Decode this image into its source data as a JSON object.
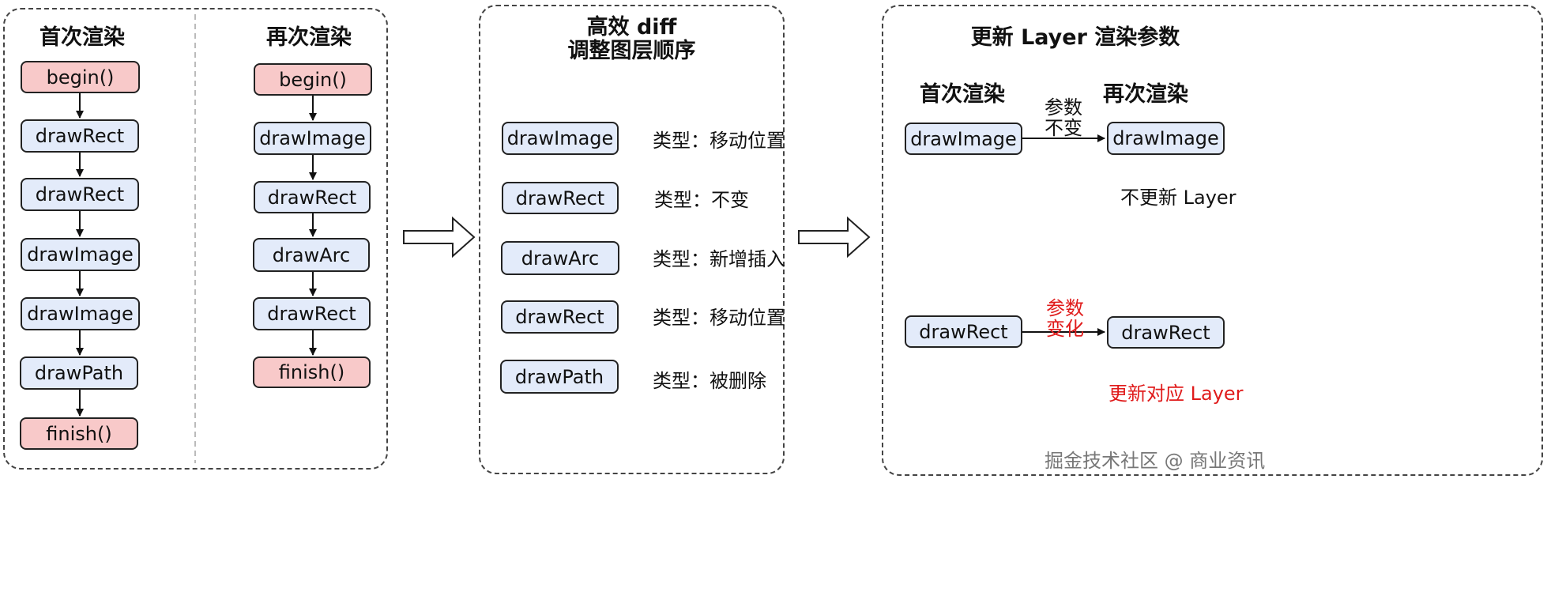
{
  "panel1": {
    "first_title": "首次渲染",
    "second_title": "再次渲染",
    "first_sequence": [
      "begin()",
      "drawRect",
      "drawRect",
      "drawImage",
      "drawImage",
      "drawPath",
      "finish()"
    ],
    "second_sequence": [
      "begin()",
      "drawImage",
      "drawRect",
      "drawArc",
      "drawRect",
      "finish()"
    ]
  },
  "panel2": {
    "title_line1": "高效 diff",
    "title_line2": "调整图层顺序",
    "rows": [
      {
        "node": "drawImage",
        "type_label": "类型：",
        "type_value": "移动位置"
      },
      {
        "node": "drawRect",
        "type_label": "类型：",
        "type_value": "不变"
      },
      {
        "node": "drawArc",
        "type_label": "类型：",
        "type_value": "新增插入"
      },
      {
        "node": "drawRect",
        "type_label": "类型：",
        "type_value": "移动位置"
      },
      {
        "node": "drawPath",
        "type_label": "类型：",
        "type_value": "被删除"
      }
    ]
  },
  "panel3": {
    "title": "更新 Layer 渲染参数",
    "first_header": "首次渲染",
    "second_header": "再次渲染",
    "case1": {
      "from": "drawImage",
      "to": "drawImage",
      "edge_line1": "参数",
      "edge_line2": "不变",
      "note": "不更新 Layer"
    },
    "case2": {
      "from": "drawRect",
      "to": "drawRect",
      "edge_line1": "参数",
      "edge_line2": "变化",
      "note": "更新对应 Layer"
    }
  },
  "watermark": "掘金技术社区 @ 商业资讯",
  "colors": {
    "start_end_fill": "#f8c9c9",
    "step_fill": "#e3ebfa",
    "highlight_text": "#e01b1b",
    "border": "#222222"
  }
}
